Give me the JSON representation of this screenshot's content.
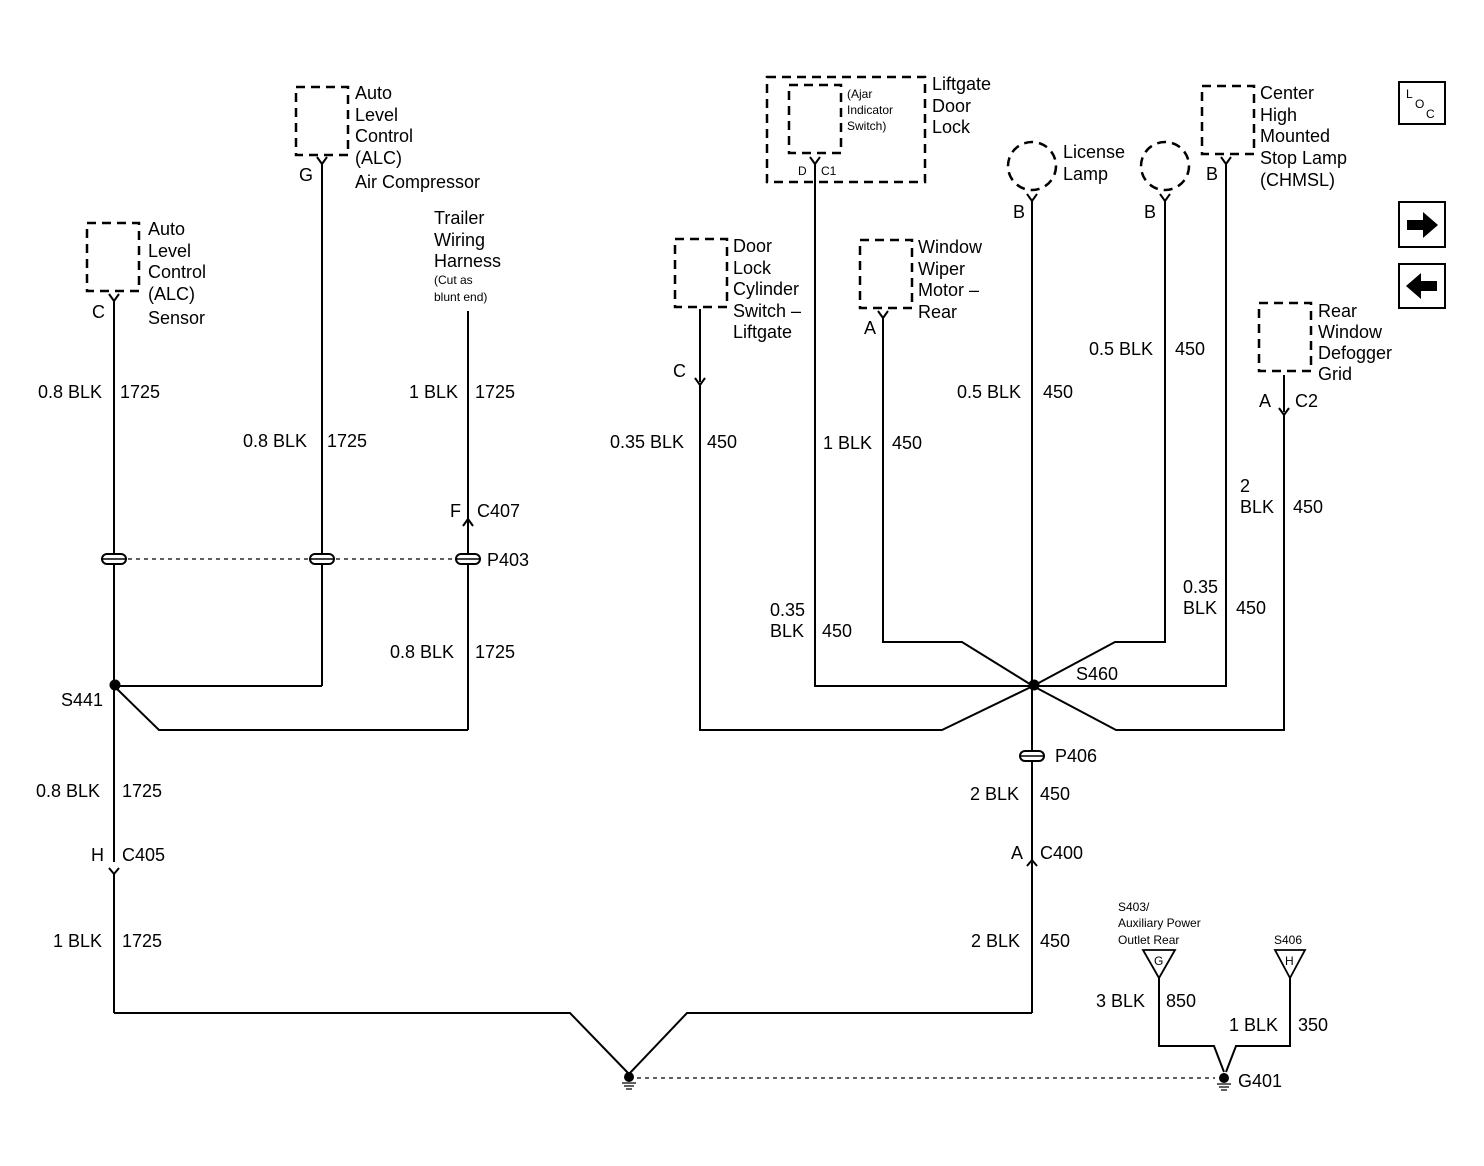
{
  "components": {
    "alc_compressor": [
      "Auto",
      "Level",
      "Control",
      "(ALC)",
      "Air Compressor"
    ],
    "alc_sensor": [
      "Auto",
      "Level",
      "Control",
      "(ALC)",
      "Sensor"
    ],
    "trailer": [
      "Trailer",
      "Wiring",
      "Harness"
    ],
    "trailer_note": [
      "(Cut as",
      "blunt end)"
    ],
    "liftgate_lock": [
      "Liftgate",
      "Door",
      "Lock"
    ],
    "ajar_switch": [
      "(Ajar",
      "Indicator",
      "Switch)"
    ],
    "license_lamp": [
      "License",
      "Lamp"
    ],
    "chmsl": [
      "Center",
      "High",
      "Mounted",
      "Stop Lamp",
      "(CHMSL)"
    ],
    "door_lock_switch": [
      "Door",
      "Lock",
      "Cylinder",
      "Switch –",
      "Liftgate"
    ],
    "wiper_motor": [
      "Window",
      "Wiper",
      "Motor –",
      "Rear"
    ],
    "defogger": [
      "Rear",
      "Window",
      "Defogger",
      "Grid"
    ],
    "s403": [
      "S403/",
      "Auxiliary Power",
      "Outlet Rear"
    ],
    "s406": "S406"
  },
  "pins": {
    "alc_compressor": "G",
    "alc_sensor": "C",
    "trailer": "F",
    "trailer_conn": "C407",
    "ajar_d": "D",
    "ajar_c1": "C1",
    "license": "B",
    "lamp2": "B",
    "chmsl": "B",
    "door_lock": "C",
    "wiper": "A",
    "defog": "A",
    "defog_conn": "C2",
    "c405_pin": "H",
    "c405": "C405",
    "c400_pin": "A",
    "c400": "C400",
    "s403_pin": "G",
    "s406_pin": "H"
  },
  "wires": {
    "sensor": [
      "0.8 BLK",
      "1725"
    ],
    "compressor": [
      "0.8 BLK",
      "1725"
    ],
    "trailer_top": [
      "1 BLK",
      "1725"
    ],
    "trailer_bot": [
      "0.8 BLK",
      "1725"
    ],
    "s441_down": [
      "0.8 BLK",
      "1725"
    ],
    "c405_down": [
      "1 BLK",
      "1725"
    ],
    "door_lock": [
      "0.35 BLK",
      "450"
    ],
    "ajar": [
      "0.35",
      "BLK",
      "450"
    ],
    "wiper": [
      "1 BLK",
      "450"
    ],
    "license": [
      "0.5 BLK",
      "450"
    ],
    "lamp2": [
      "0.5 BLK",
      "450"
    ],
    "chmsl": [
      "0.35",
      "BLK",
      "450"
    ],
    "defog": [
      "2",
      "BLK",
      "450"
    ],
    "p406_down": [
      "2 BLK",
      "450"
    ],
    "c400_down": [
      "2 BLK",
      "450"
    ],
    "s403": [
      "3 BLK",
      "850"
    ],
    "s406": [
      "1 BLK",
      "350"
    ]
  },
  "splices": {
    "s441": "S441",
    "s460": "S460",
    "p403": "P403",
    "p406": "P406"
  },
  "ground": "G401",
  "loc_icon": {
    "l": "L",
    "o": "O",
    "c": "C"
  },
  "nav": {
    "next": "next-arrow-icon",
    "prev": "prev-arrow-icon"
  }
}
